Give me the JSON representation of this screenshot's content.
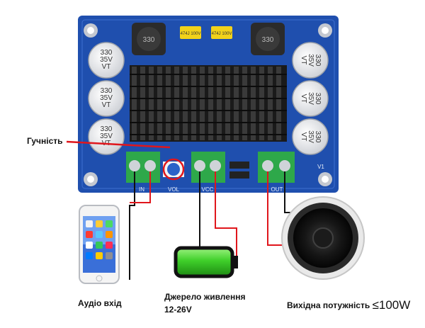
{
  "labels": {
    "volume": "Гучність",
    "audio_in": "Аудіо вхід",
    "power_line1": "Джерело живлення",
    "power_line2": "12-26V",
    "output_prefix": "Вихідна потужність",
    "output_limit": "≤100W"
  },
  "board": {
    "caps_left": [
      "330\n35V\nVT",
      "330\n35V\nVT",
      "330\n35V\nVT"
    ],
    "caps_right": [
      "330\n35V\nVT",
      "330\n35V\nVT",
      "330\n35V\nVT"
    ],
    "inductor_left": "330",
    "inductor_right": "330",
    "small_caps": [
      "474J 100V",
      "474J 100V"
    ],
    "silk": {
      "in": "IN",
      "vol": "VOL",
      "vcc": "VCC",
      "out": "OUT",
      "v1": "V1"
    }
  },
  "colors": {
    "pcb": "#1f4fae",
    "heatsink": "#1a1a1a",
    "terminal": "#2ea84a",
    "wire_red": "#e0161c",
    "wire_black": "#111111",
    "battery": "#3fcf2a"
  }
}
